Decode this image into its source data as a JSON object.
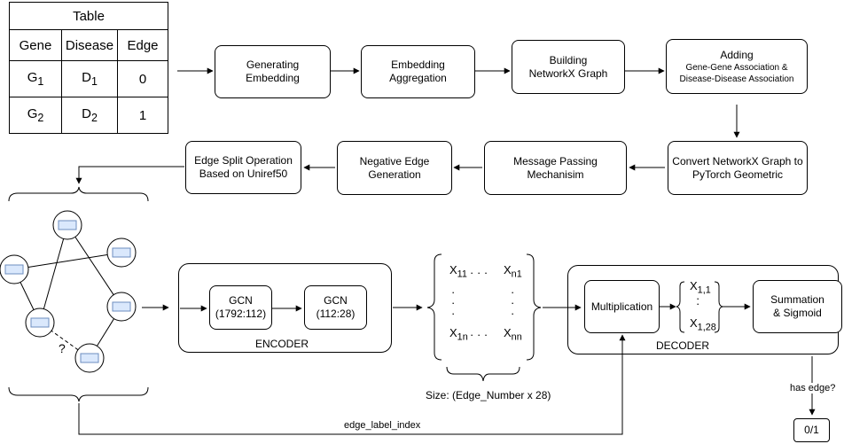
{
  "table": {
    "title": "Table",
    "headers": [
      "Gene",
      "Disease",
      "Edge"
    ],
    "rows": [
      {
        "gene": "G",
        "gene_sub": "1",
        "disease": "D",
        "disease_sub": "1",
        "edge": "0"
      },
      {
        "gene": "G",
        "gene_sub": "2",
        "disease": "D",
        "disease_sub": "2",
        "edge": "1"
      }
    ]
  },
  "pipeline": {
    "generating_embedding": [
      "Generating",
      "Embedding"
    ],
    "embedding_aggregation": [
      "Embedding",
      "Aggregation"
    ],
    "building_graph": [
      "Building",
      "NetworkX Graph"
    ],
    "adding": {
      "title": "Adding",
      "line1": "Gene-Gene Association &",
      "line2": "Disease-Disease Association"
    },
    "convert": [
      "Convert NetworkX Graph to",
      "PyTorch Geometric"
    ],
    "message_passing": [
      "Message Passing",
      "Mechanisim"
    ],
    "negative_edge": [
      "Negative  Edge",
      "Generation"
    ],
    "edge_split": [
      "Edge Split Operation",
      "Based on Uniref50"
    ]
  },
  "graph": {
    "unknown_edge_label": "?"
  },
  "encoder": {
    "label": "ENCODER",
    "gcn1": [
      "GCN",
      "(1792:112)"
    ],
    "gcn2": [
      "GCN",
      "(112:28)"
    ]
  },
  "matrix": {
    "x11": "X",
    "x11_sub": "11",
    "xn1": "X",
    "xn1_sub": "n1",
    "x1n": "X",
    "x1n_sub": "1n",
    "xnn": "X",
    "xnn_sub": "nn",
    "size_label": "Size: (Edge_Number x 28)"
  },
  "decoder": {
    "label": "DECODER",
    "multiplication": "Multiplication",
    "vec_top": "X",
    "vec_top_sub": "1,1",
    "vec_bottom": "X",
    "vec_bottom_sub": "1,28",
    "summation": [
      "Summation",
      "& Sigmoid"
    ]
  },
  "output": {
    "has_edge_label": "has edge?",
    "result": "0/1"
  },
  "edge_label_index": "edge_label_index"
}
